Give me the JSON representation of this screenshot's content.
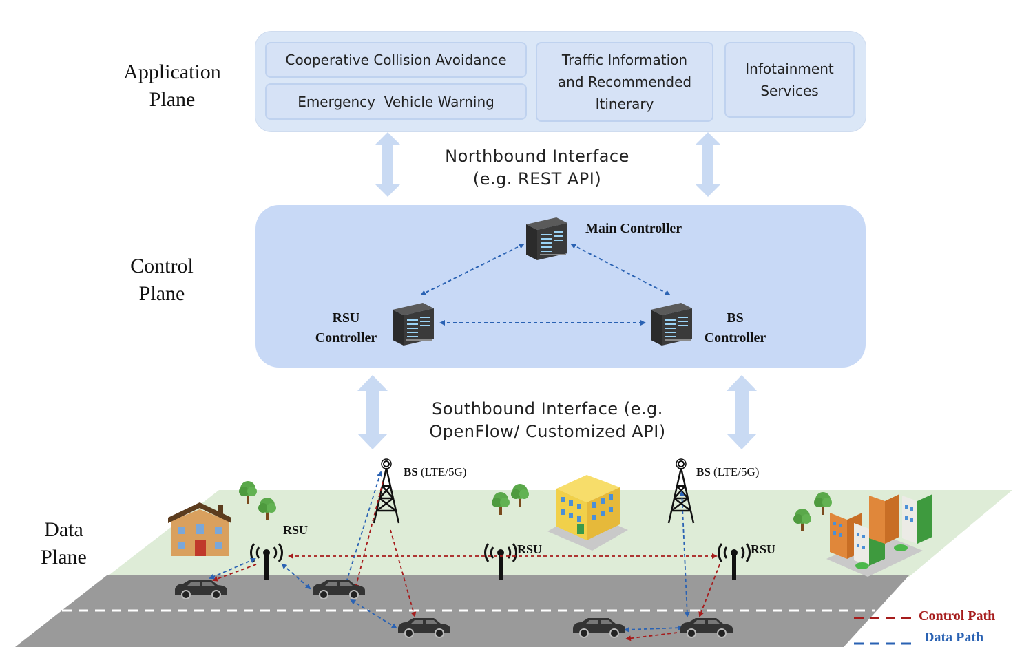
{
  "planes": {
    "application": "Application\nPlane",
    "control": "Control\nPlane",
    "data": "Data\nPlane"
  },
  "apps": {
    "cca": "Cooperative Collision Avoidance",
    "evw": "Emergency  Vehicle Warning",
    "traffic": "Traffic Information\nand Recommended\nItinerary",
    "info": "Infotainment\nServices"
  },
  "interfaces": {
    "northbound": "Northbound Interface\n(e.g. REST API)",
    "southbound": "Southbound Interface (e.g.\nOpenFlow/ Customized API)"
  },
  "controllers": {
    "main": "Main Controller",
    "rsu": "RSU\nController",
    "bs": "BS\nController"
  },
  "dataplane": {
    "bs_bold": "BS",
    "bs_suffix": " (LTE/5G)",
    "rsu": "RSU"
  },
  "legend": {
    "control": "Control Path",
    "data": "Data Path"
  },
  "colors": {
    "control_path": "#a61c1c",
    "data_path": "#2a62b3",
    "app_plane": "#dbe7f7",
    "control_plane": "#c8d9f6",
    "ground": "#deecd7",
    "road": "#9a9a9a"
  }
}
